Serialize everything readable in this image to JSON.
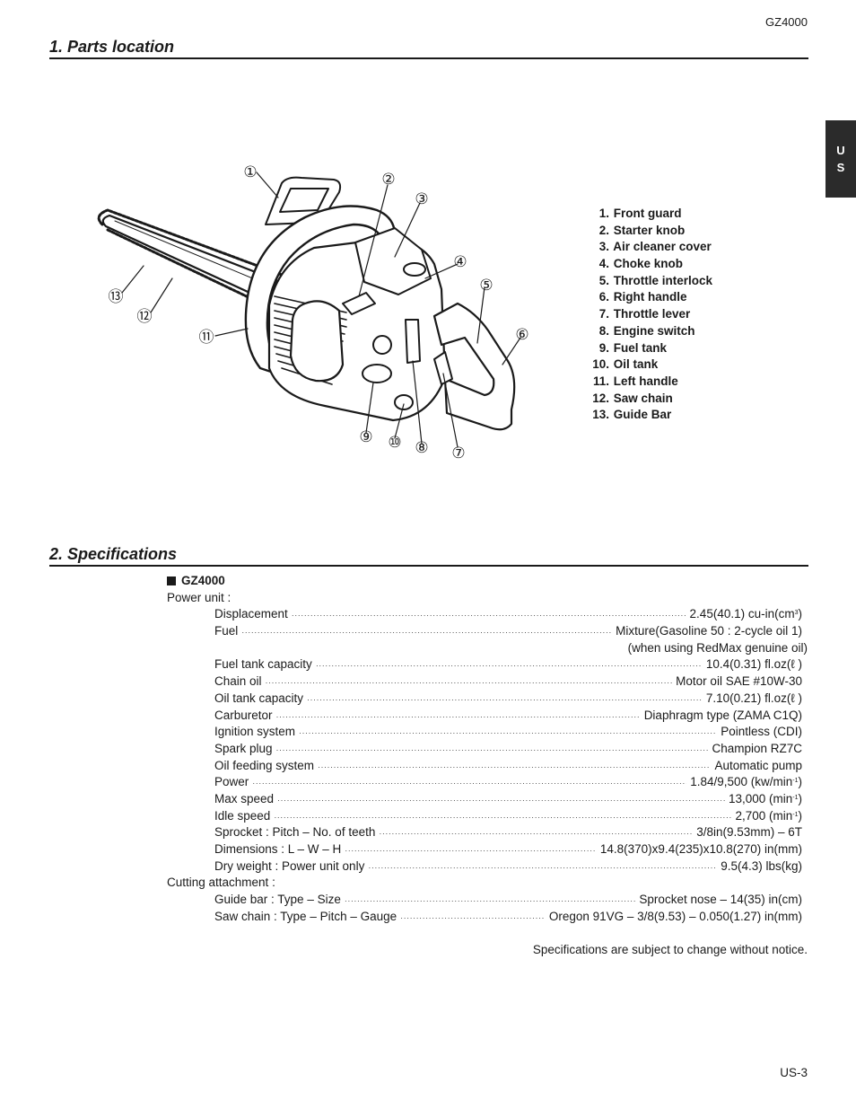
{
  "header": {
    "model_code": "GZ4000",
    "lang_tab": [
      "U",
      "S"
    ]
  },
  "section1": {
    "title": "1. Parts location",
    "callouts": [
      "①",
      "②",
      "③",
      "④",
      "⑤",
      "⑥",
      "⑦",
      "⑧",
      "⑨",
      "⑩",
      "⑪",
      "⑫",
      "⑬"
    ],
    "parts": [
      {
        "num": "1.",
        "label": "Front guard"
      },
      {
        "num": "2.",
        "label": "Starter knob"
      },
      {
        "num": "3.",
        "label": "Air cleaner cover"
      },
      {
        "num": "4.",
        "label": "Choke knob"
      },
      {
        "num": "5.",
        "label": "Throttle interlock"
      },
      {
        "num": "6.",
        "label": "Right handle"
      },
      {
        "num": "7.",
        "label": "Throttle lever"
      },
      {
        "num": "8.",
        "label": "Engine switch"
      },
      {
        "num": "9.",
        "label": "Fuel tank"
      },
      {
        "num": "10.",
        "label": "Oil tank"
      },
      {
        "num": "11.",
        "label": "Left handle"
      },
      {
        "num": "12.",
        "label": "Saw chain"
      },
      {
        "num": "13.",
        "label": "Guide Bar"
      }
    ]
  },
  "section2": {
    "title": "2. Specifications",
    "model": "GZ4000",
    "power_unit_label": "Power unit :",
    "power_unit": [
      {
        "label": "Displacement",
        "value": "2.45(40.1) cu-in(cm",
        "sup": "3",
        "tail": ")"
      },
      {
        "label": "Fuel",
        "value": "Mixture(Gasoline 50 : 2-cycle oil 1)"
      },
      {
        "note": "(when using RedMax genuine oil)"
      },
      {
        "label": "Fuel tank capacity",
        "value": "10.4(0.31) fl.oz(ℓ )"
      },
      {
        "label": "Chain oil",
        "value": "Motor oil SAE #10W-30"
      },
      {
        "label": "Oil tank capacity",
        "value": "7.10(0.21) fl.oz(ℓ )"
      },
      {
        "label": "Carburetor",
        "value": "Diaphragm type (ZAMA C1Q)"
      },
      {
        "label": "Ignition system",
        "value": "Pointless (CDI)"
      },
      {
        "label": "Spark plug",
        "value": "Champion RZ7C"
      },
      {
        "label": "Oil feeding system",
        "value": "Automatic pump"
      },
      {
        "label": "Power",
        "value": "1.84/9,500 (kw/min",
        "sup": "-1",
        "tail": ")"
      },
      {
        "label": "Max speed",
        "value": "13,000 (min",
        "sup": "-1",
        "tail": ")"
      },
      {
        "label": "Idle speed",
        "value": "2,700 (min",
        "sup": "-1",
        "tail": ")"
      },
      {
        "label": "Sprocket : Pitch – No. of teeth",
        "value": "3/8in(9.53mm) – 6T"
      },
      {
        "label": "Dimensions : L – W – H",
        "value": "14.8(370)x9.4(235)x10.8(270) in(mm)"
      },
      {
        "label": "Dry weight : Power unit only",
        "value": "9.5(4.3) lbs(kg)"
      }
    ],
    "cutting_label": "Cutting attachment :",
    "cutting": [
      {
        "label": "Guide bar : Type – Size",
        "value": "Sprocket nose – 14(35) in(cm)"
      },
      {
        "label": "Saw chain : Type – Pitch – Gauge",
        "value": "Oregon 91VG – 3/8(9.53) – 0.050(1.27) in(mm)"
      }
    ],
    "disclaimer": "Specifications are subject to change without notice."
  },
  "footer": {
    "page_number": "US-3"
  }
}
